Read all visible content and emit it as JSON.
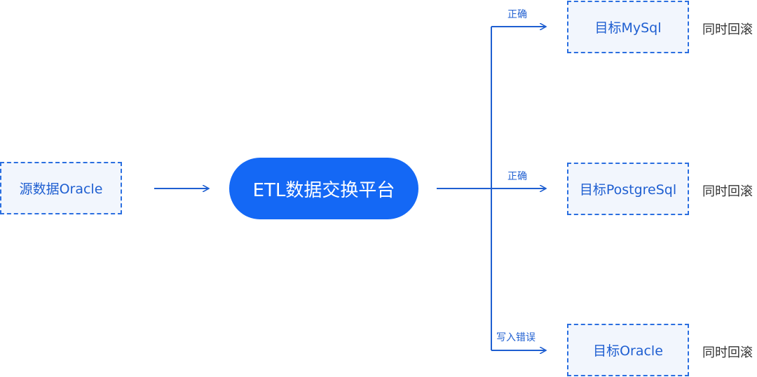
{
  "source": {
    "label": "源数据Oracle"
  },
  "hub": {
    "label": "ETL数据交换平台"
  },
  "targets": [
    {
      "label": "目标MySql",
      "edge_label": "正确",
      "note": "同时回滚"
    },
    {
      "label": "目标PostgreSql",
      "edge_label": "正确",
      "note": "同时回滚"
    },
    {
      "label": "目标Oracle",
      "edge_label": "写入错误",
      "note": "同时回滚"
    }
  ],
  "colors": {
    "accent": "#1468f5",
    "line": "#1f5fd1",
    "box_fill": "#f2f6fd"
  }
}
